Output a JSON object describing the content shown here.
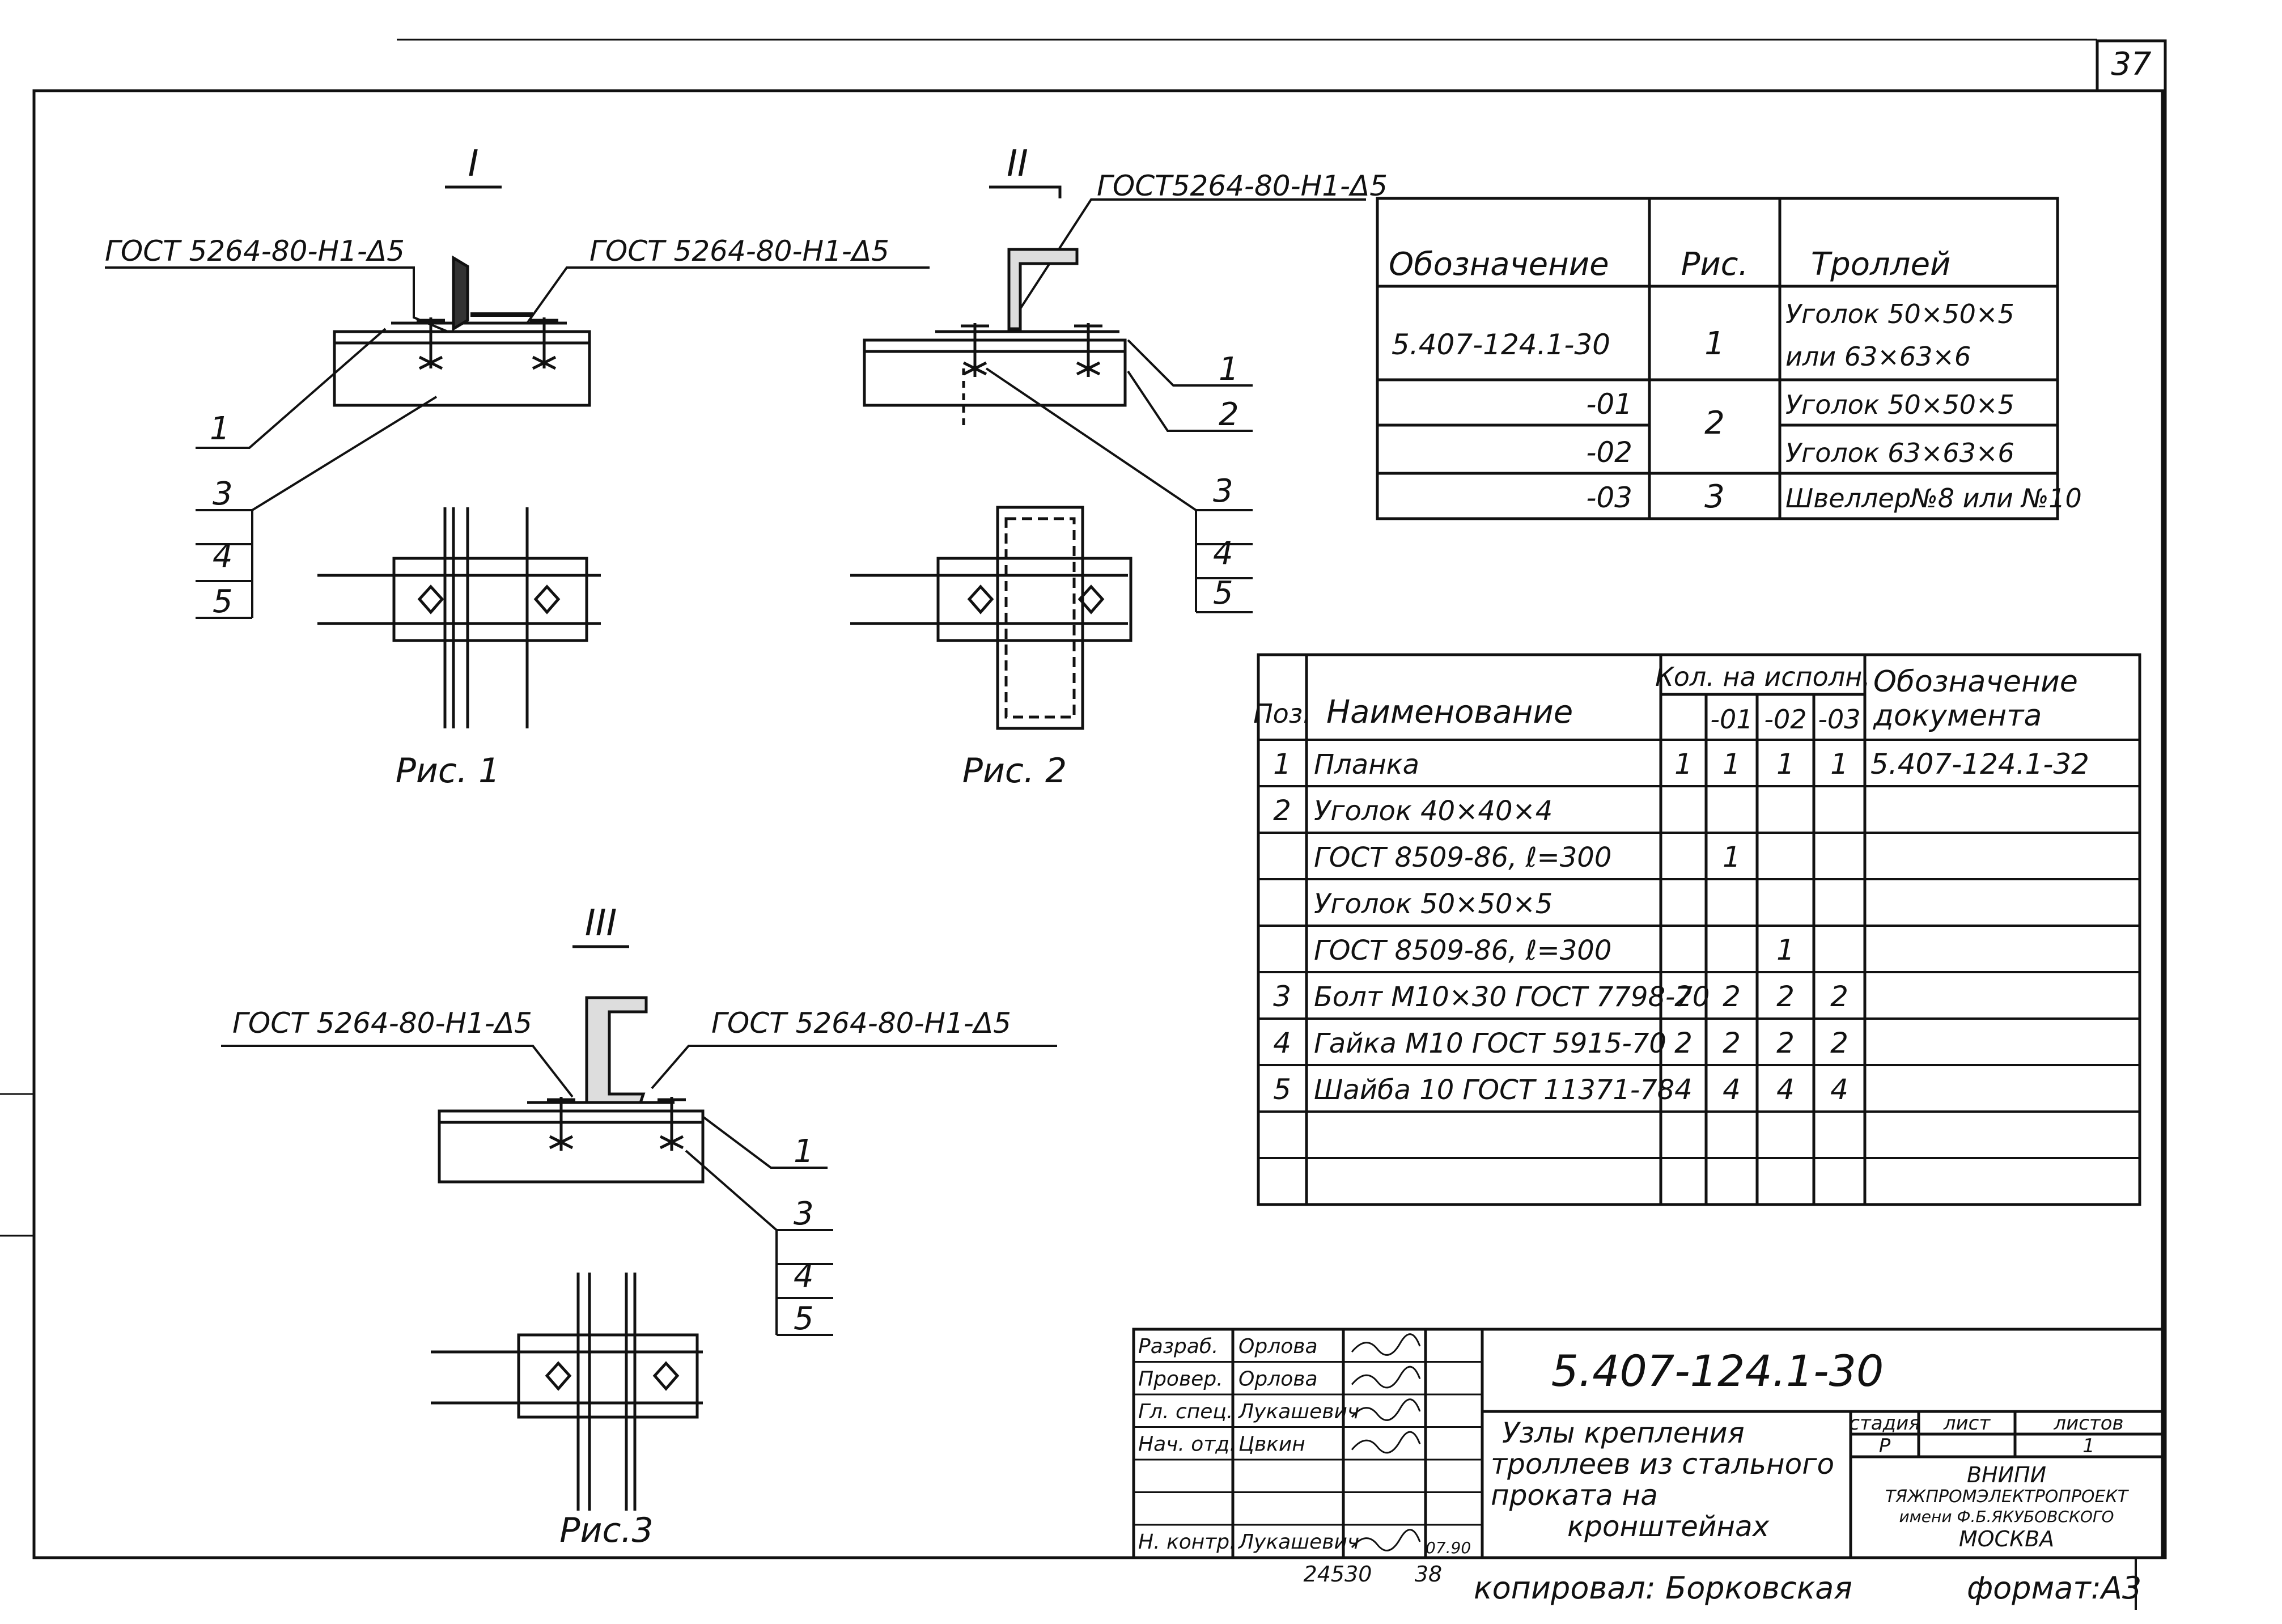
{
  "sheet": {
    "page_number": "37",
    "format": "формат:А3",
    "copied_by": "копировал: Борковская",
    "archive_number": "24530",
    "archive_sheet": "38"
  },
  "figures": {
    "fig1": {
      "section": "I",
      "caption": "Рис. 1",
      "weld_left": "ГОСТ 5264-80-Н1-Δ5",
      "weld_right": "ГОСТ 5264-80-Н1-Δ5",
      "callouts": [
        "1",
        "3",
        "4",
        "5"
      ]
    },
    "fig2": {
      "section": "II",
      "caption": "Рис. 2",
      "weld": "ГОСТ5264-80-Н1-Δ5",
      "callouts": [
        "1",
        "2",
        "3",
        "4",
        "5"
      ]
    },
    "fig3": {
      "section": "III",
      "caption": "Рис.3",
      "weld_left": "ГОСТ 5264-80-Н1-Δ5",
      "weld_right": "ГОСТ 5264-80-Н1-Δ5",
      "callouts": [
        "1",
        "3",
        "4",
        "5"
      ]
    }
  },
  "variants_table": {
    "headers": [
      "Обозначение",
      "Рис.",
      "Троллей"
    ],
    "rows": [
      {
        "designation": "5.407-124.1-30",
        "fig": "1",
        "trolley": [
          "Уголок 50×50×5",
          "или 63×63×6"
        ]
      },
      {
        "designation": "-01",
        "fig": "2",
        "trolley": [
          "Уголок 50×50×5"
        ]
      },
      {
        "designation": "-02",
        "fig": "",
        "trolley": [
          "Уголок 63×63×6"
        ]
      },
      {
        "designation": "-03",
        "fig": "3",
        "trolley": [
          "Швеллер№8 или №10"
        ]
      }
    ]
  },
  "spec_table": {
    "headers": {
      "pos": "Поз.",
      "name": "Наименование",
      "qty": "Кол. на исполн.",
      "qty_cols": [
        "",
        "-01",
        "-02",
        "-03"
      ],
      "doc": [
        "Обозначение",
        "документа"
      ]
    },
    "rows": [
      {
        "pos": "1",
        "name": "Планка",
        "q": [
          "1",
          "1",
          "1",
          "1"
        ],
        "doc": "5.407-124.1-32"
      },
      {
        "pos": "2",
        "name": "Уголок 40×40×4",
        "q": [
          "",
          "",
          "",
          ""
        ],
        "doc": ""
      },
      {
        "pos": "",
        "name": "ГОСТ 8509-86, ℓ=300",
        "q": [
          "",
          "1",
          "",
          ""
        ],
        "doc": ""
      },
      {
        "pos": "",
        "name": "Уголок 50×50×5",
        "q": [
          "",
          "",
          "",
          ""
        ],
        "doc": ""
      },
      {
        "pos": "",
        "name": "ГОСТ 8509-86, ℓ=300",
        "q": [
          "",
          "",
          "1",
          ""
        ],
        "doc": ""
      },
      {
        "pos": "3",
        "name": "Болт М10×30 ГОСТ 7798-70",
        "q": [
          "2",
          "2",
          "2",
          "2"
        ],
        "doc": ""
      },
      {
        "pos": "4",
        "name": "Гайка М10 ГОСТ 5915-70",
        "q": [
          "2",
          "2",
          "2",
          "2"
        ],
        "doc": ""
      },
      {
        "pos": "5",
        "name": "Шайба 10 ГОСТ 11371-78",
        "q": [
          "4",
          "4",
          "4",
          "4"
        ],
        "doc": ""
      },
      {
        "pos": "",
        "name": "",
        "q": [
          "",
          "",
          "",
          ""
        ],
        "doc": ""
      },
      {
        "pos": "",
        "name": "",
        "q": [
          "",
          "",
          "",
          ""
        ],
        "doc": ""
      }
    ]
  },
  "title_block": {
    "doc_number": "5.407-124.1-30",
    "title_lines": [
      "Узлы крепления",
      "троллеев из стального",
      "проката на",
      "кронштейнах"
    ],
    "signatures": [
      {
        "role": "Разраб.",
        "name": "Орлова"
      },
      {
        "role": "Провер.",
        "name": "Орлова"
      },
      {
        "role": "Гл. спец.",
        "name": "Лукашевич"
      },
      {
        "role": "Нач. отд.",
        "name": "Цвкин"
      },
      {
        "role": "",
        "name": ""
      },
      {
        "role": "",
        "name": ""
      },
      {
        "role": "Н. контр.",
        "name": "Лукашевич"
      }
    ],
    "date": "07.90",
    "stage_label": "стадия",
    "sheet_label": "лист",
    "sheets_label": "листов",
    "stage": "Р",
    "sheets": "1",
    "org_lines": [
      "ВНИПИ",
      "ТЯЖПРОМЭЛЕКТРОПРОЕКТ",
      "имени Ф.Б.ЯКУБОВСКОГО",
      "МОСКВА"
    ]
  }
}
